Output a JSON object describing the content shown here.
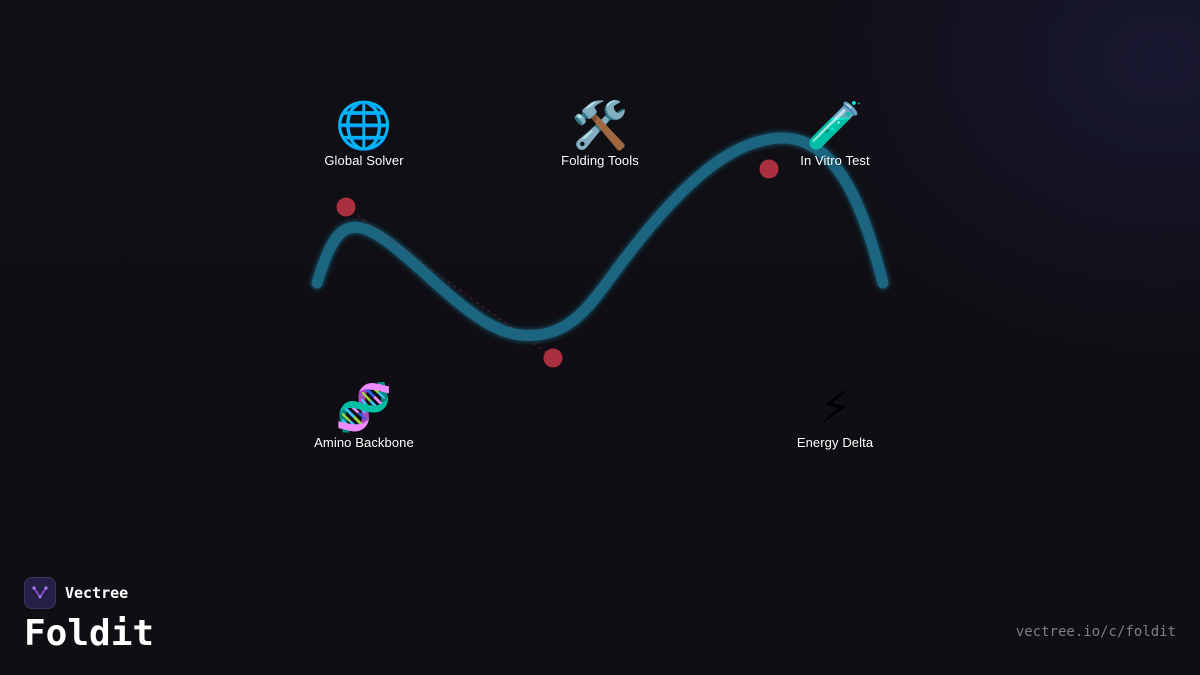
{
  "nodes": [
    {
      "id": "global-solver",
      "label": "Global Solver",
      "icon": "globe-icon",
      "glyph": "🌐"
    },
    {
      "id": "folding-tools",
      "label": "Folding Tools",
      "icon": "hammer-wrench-icon",
      "glyph": "🛠️"
    },
    {
      "id": "in-vitro-test",
      "label": "In Vitro Test",
      "icon": "test-tube-icon",
      "glyph": "🧪"
    },
    {
      "id": "amino-backbone",
      "label": "Amino Backbone",
      "icon": "dna-icon",
      "glyph": "🧬"
    },
    {
      "id": "energy-delta",
      "label": "Energy Delta",
      "icon": "lightning-icon",
      "glyph": "⚡"
    }
  ],
  "brand": {
    "name": "Vectree",
    "logo_icon": "vectree-logo-icon"
  },
  "title": "Foldit",
  "url": "vectree.io/c/foldit",
  "colors": {
    "background": "#0f0e13",
    "curve": "#1b6a86",
    "marker": "#a8303f",
    "brand_accent": "#8a4fd8"
  }
}
